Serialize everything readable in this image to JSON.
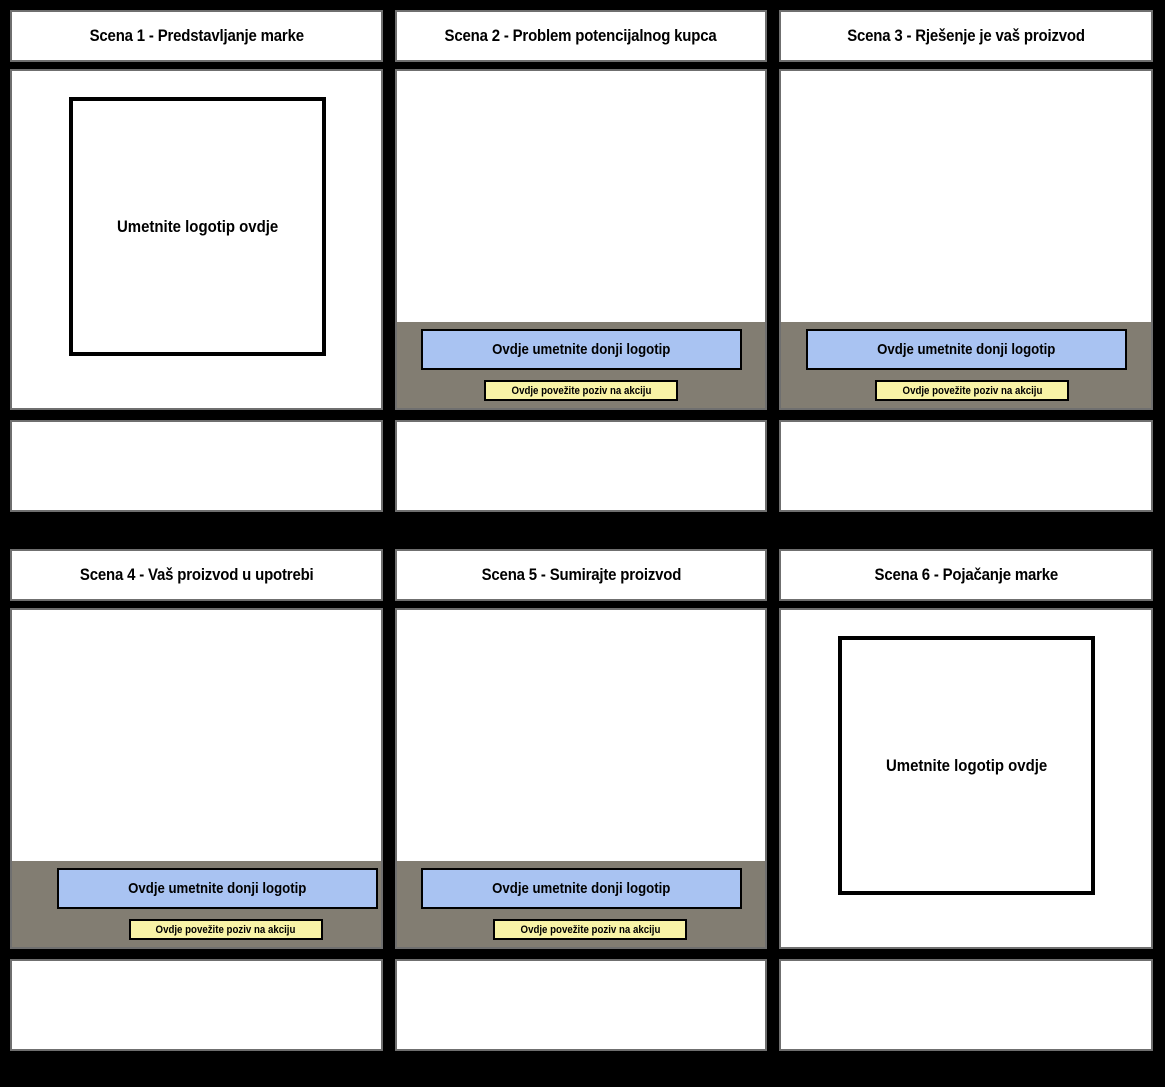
{
  "colors": {
    "background": "#000000",
    "panel_fill": "#ffffff",
    "panel_border": "#6f6f6f",
    "strip_fill": "#827d72",
    "bottom_logo_button_fill": "#a9c3f2",
    "cta_button_fill": "#f8f3a6",
    "placeholder_border": "#000000",
    "text": "#000000"
  },
  "scenes": [
    {
      "title": "Scena 1 - Predstavljanje marke",
      "logo_placeholder": "Umetnite logotip ovdje",
      "description": ""
    },
    {
      "title": "Scena 2 - Problem potencijalnog kupca",
      "bottom_logo_button": "Ovdje umetnite donji logotip",
      "cta_button": "Ovdje povežite poziv na akciju",
      "description": ""
    },
    {
      "title": "Scena 3 - Rješenje je vaš proizvod",
      "bottom_logo_button": "Ovdje umetnite donji logotip",
      "cta_button": "Ovdje povežite poziv na akciju",
      "description": ""
    },
    {
      "title": "Scena 4 - Vaš proizvod u upotrebi",
      "bottom_logo_button": "Ovdje umetnite donji logotip",
      "cta_button": "Ovdje povežite poziv na akciju",
      "description": ""
    },
    {
      "title": "Scena 5 - Sumirajte proizvod",
      "bottom_logo_button": "Ovdje umetnite donji logotip",
      "cta_button": "Ovdje povežite poziv na akciju",
      "description": ""
    },
    {
      "title": "Scena 6 - Pojačanje marke",
      "logo_placeholder": "Umetnite logotip ovdje",
      "description": ""
    }
  ]
}
